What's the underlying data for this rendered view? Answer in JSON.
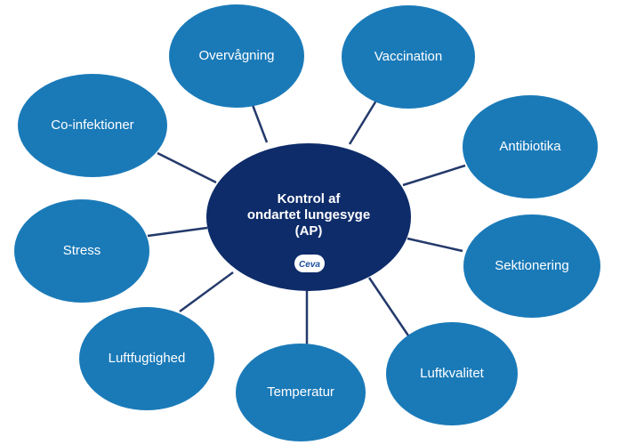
{
  "center": {
    "lines": [
      "Kontrol af",
      "ondartet lungesyge",
      "(AP)"
    ],
    "logo": "Ceva"
  },
  "nodes": [
    {
      "id": "overvagning",
      "label": "Overvågning"
    },
    {
      "id": "vaccination",
      "label": "Vaccination"
    },
    {
      "id": "co-infektioner",
      "label": "Co-infektioner"
    },
    {
      "id": "antibiotika",
      "label": "Antibiotika"
    },
    {
      "id": "stress",
      "label": "Stress"
    },
    {
      "id": "sektionering",
      "label": "Sektionering"
    },
    {
      "id": "luftfugtighed",
      "label": "Luftfugtighed"
    },
    {
      "id": "luftkvalitet",
      "label": "Luftkvalitet"
    },
    {
      "id": "temperatur",
      "label": "Temperatur"
    }
  ],
  "colors": {
    "center_fill": "#0e2c6a",
    "node_fill": "#1a7ab8",
    "connector": "#243a6b",
    "logo_blue": "#1a4f9c"
  }
}
